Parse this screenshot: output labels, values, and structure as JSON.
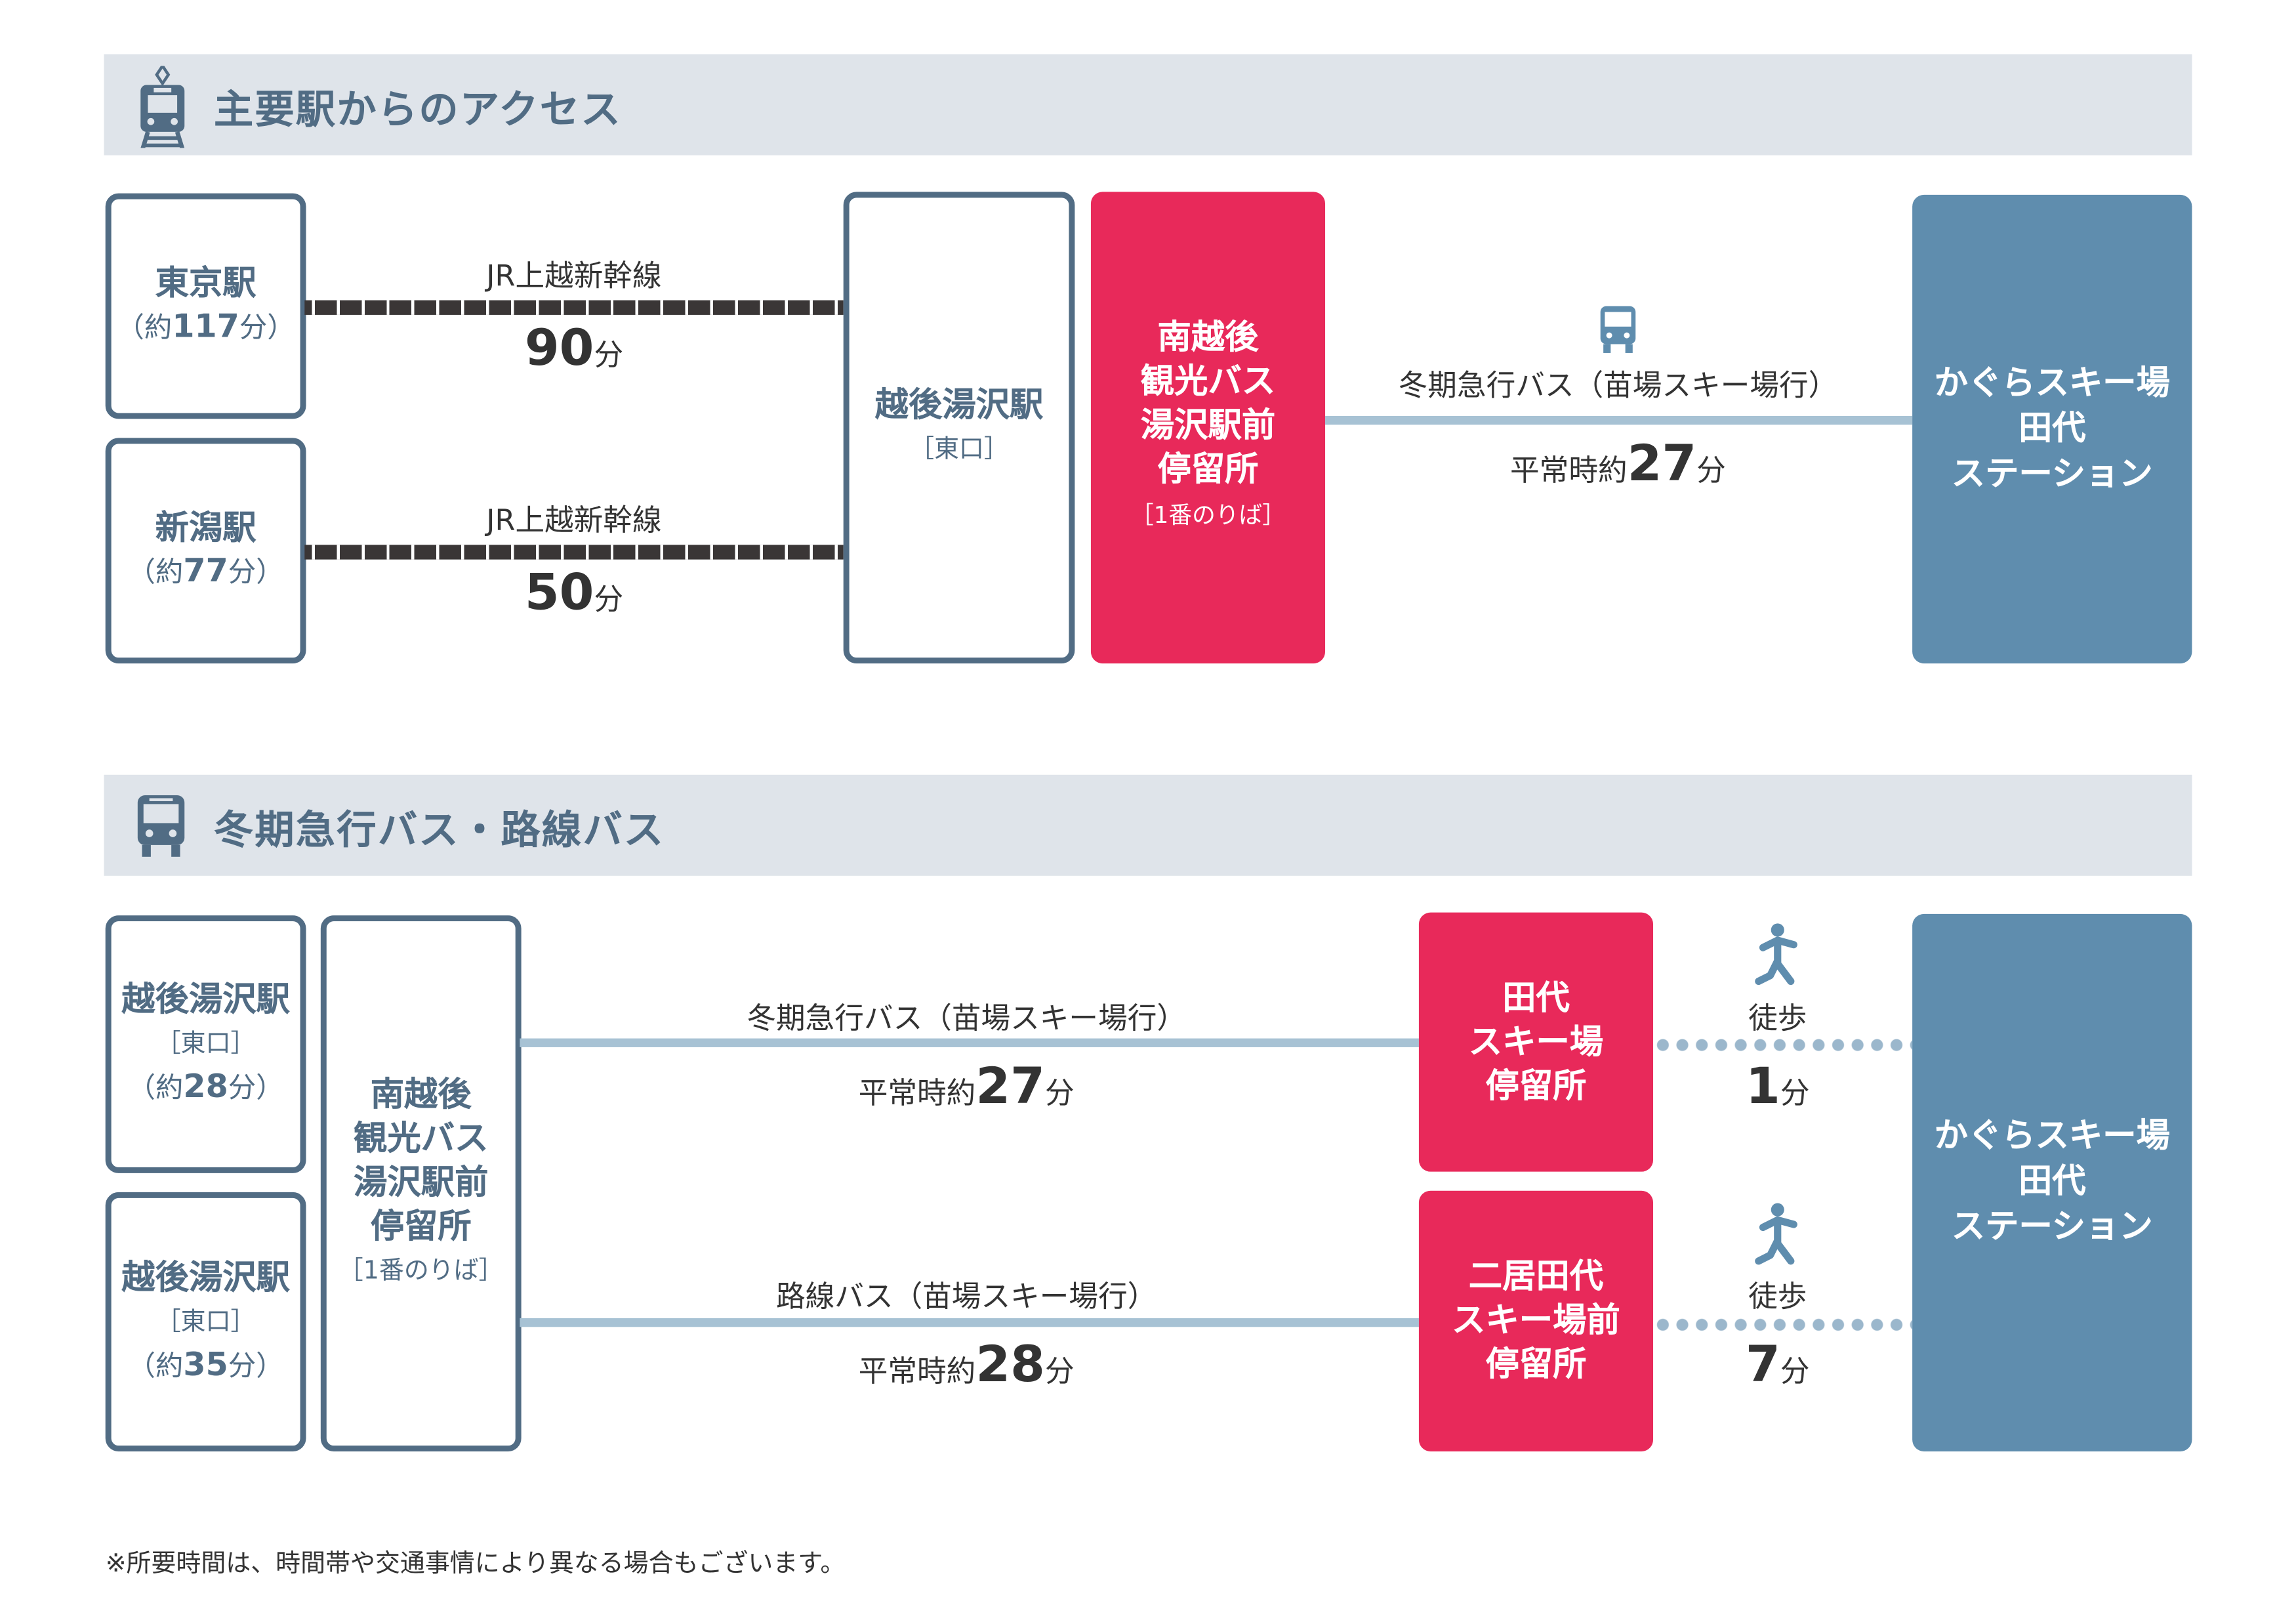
{
  "section1": {
    "title": "主要駅からのアクセス",
    "icon": "train-icon",
    "origins": [
      {
        "name": "東京駅",
        "total_prefix": "（約",
        "total": "117",
        "total_suffix": "分）"
      },
      {
        "name": "新潟駅",
        "total_prefix": "（約",
        "total": "77",
        "total_suffix": "分）"
      }
    ],
    "routes": [
      {
        "line": "JR上越新幹線",
        "time": "90",
        "unit": "分"
      },
      {
        "line": "JR上越新幹線",
        "time": "50",
        "unit": "分"
      }
    ],
    "transfer": {
      "name": "越後湯沢駅",
      "exit": "［東口］"
    },
    "bus_stop": {
      "lines": [
        "南越後",
        "観光バス",
        "湯沢駅前",
        "停留所"
      ],
      "platform": "［1番のりば］"
    },
    "bus": {
      "icon": "bus-icon",
      "label": "冬期急行バス（苗場スキー場行）",
      "prefix": "平常時約",
      "time": "27",
      "unit": "分"
    },
    "destination": {
      "lines": [
        "かぐらスキー場",
        "田代",
        "ステーション"
      ]
    }
  },
  "section2": {
    "title": "冬期急行バス・路線バス",
    "icon": "bus-icon",
    "origins": [
      {
        "name": "越後湯沢駅",
        "exit": "［東口］",
        "total_prefix": "（約",
        "total": "28",
        "total_suffix": "分）"
      },
      {
        "name": "越後湯沢駅",
        "exit": "［東口］",
        "total_prefix": "（約",
        "total": "35",
        "total_suffix": "分）"
      }
    ],
    "bus_stop": {
      "lines": [
        "南越後",
        "観光バス",
        "湯沢駅前",
        "停留所"
      ],
      "platform": "［1番のりば］"
    },
    "routes": [
      {
        "label": "冬期急行バス（苗場スキー場行）",
        "prefix": "平常時約",
        "time": "27",
        "unit": "分",
        "stop": [
          "田代",
          "スキー場",
          "停留所"
        ],
        "walk_label": "徒歩",
        "walk_time": "1",
        "walk_unit": "分"
      },
      {
        "label": "路線バス（苗場スキー場行）",
        "prefix": "平常時約",
        "time": "28",
        "unit": "分",
        "stop": [
          "二居田代",
          "スキー場前",
          "停留所"
        ],
        "walk_label": "徒歩",
        "walk_time": "7",
        "walk_unit": "分"
      }
    ],
    "destination": {
      "lines": [
        "かぐらスキー場",
        "田代",
        "ステーション"
      ]
    }
  },
  "footnote": "※所要時間は、時間帯や交通事情により異なる場合もございます。",
  "colors": {
    "navy": "#516c84",
    "red": "#e8295a",
    "blue": "#5f8dae",
    "line": "#a7c2d4",
    "header": "#dfe4ea"
  }
}
